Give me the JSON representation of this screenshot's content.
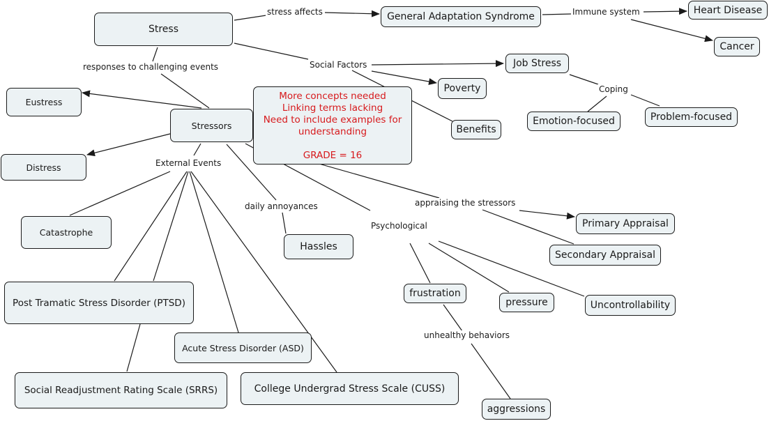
{
  "colors": {
    "node_fill": "#ecf2f4",
    "node_border": "#1a1a1a",
    "line": "#1a1a1a",
    "note_text": "#d7191c",
    "background": "#ffffff"
  },
  "concepts": {
    "stress": "Stress",
    "gas": "General Adaptation Syndrome",
    "heart_disease": "Heart Disease",
    "cancer": "Cancer",
    "job_stress": "Job Stress",
    "poverty": "Poverty",
    "benefits": "Benefits",
    "emotion_focused": "Emotion-focused",
    "problem_focused": "Problem-focused",
    "eustress": "Eustress",
    "stressors": "Stressors",
    "distress": "Distress",
    "catastrophe": "Catastrophe",
    "hassles": "Hassles",
    "ptsd": "Post Tramatic Stress Disorder (PTSD)",
    "asd": "Acute Stress Disorder (ASD)",
    "srrs": "Social Readjustment Rating Scale (SRRS)",
    "cuss": "College Undergrad Stress Scale (CUSS)",
    "primary_appraisal": "Primary Appraisal",
    "secondary_appraisal": "Secondary Appraisal",
    "frustration": "frustration",
    "pressure": "pressure",
    "uncontrollability": "Uncontrollability",
    "aggressions": "aggressions"
  },
  "linking_phrases": {
    "stress_affects": "stress affects",
    "immune_system": "Immune system",
    "social_factors": "Social Factors",
    "responses": "responses to challenging events",
    "coping": "Coping",
    "external_events": "External Events",
    "daily_annoyances": "daily annoyances",
    "appraising": "appraising the stressors",
    "psychological": "Psychological",
    "unhealthy_behaviors": "unhealthy behaviors"
  },
  "grader_note": {
    "lines": [
      "More concepts needed",
      "Linking terms lacking",
      "Need to include examples for",
      "understanding",
      "",
      "GRADE = 16"
    ],
    "grade": 16
  }
}
